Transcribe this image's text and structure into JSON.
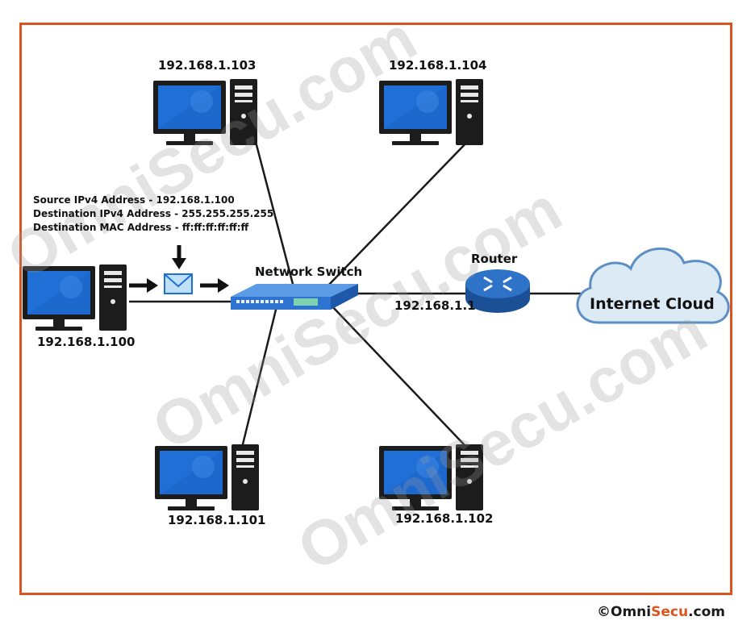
{
  "hosts": {
    "h103": {
      "ip": "192.168.1.103"
    },
    "h104": {
      "ip": "192.168.1.104"
    },
    "h100": {
      "ip": "192.168.1.100"
    },
    "h101": {
      "ip": "192.168.1.101"
    },
    "h102": {
      "ip": "192.168.1.102"
    }
  },
  "frame_info": {
    "source": "Source  IPv4 Address - 192.168.1.100",
    "destination_ip": "Destination IPv4 Address -  255.255.255.255",
    "destination_mac": "Destination MAC Address - ff:ff:ff:ff:ff:ff"
  },
  "switch": {
    "label": "Network Switch"
  },
  "router": {
    "label": "Router",
    "ip": "192.168.1.1"
  },
  "cloud": {
    "label": "Internet Cloud"
  },
  "copyright": {
    "symbol": "©",
    "brand_omni": "Omni",
    "brand_secu": "Secu",
    "brand_tld": ".com"
  },
  "watermark": {
    "text": "OmniSecu.com"
  },
  "colors": {
    "frame": "#d9541e",
    "monitor_screen": "#1f6fd6",
    "monitor_frame": "#1c1c1c",
    "switch": "#2e73d0",
    "router": "#1f5fb0",
    "cloud": "#dceaf6",
    "cloud_stroke": "#5c8fc4",
    "watermark": "#9a9a9a",
    "watermark_secu": "#e38066"
  }
}
